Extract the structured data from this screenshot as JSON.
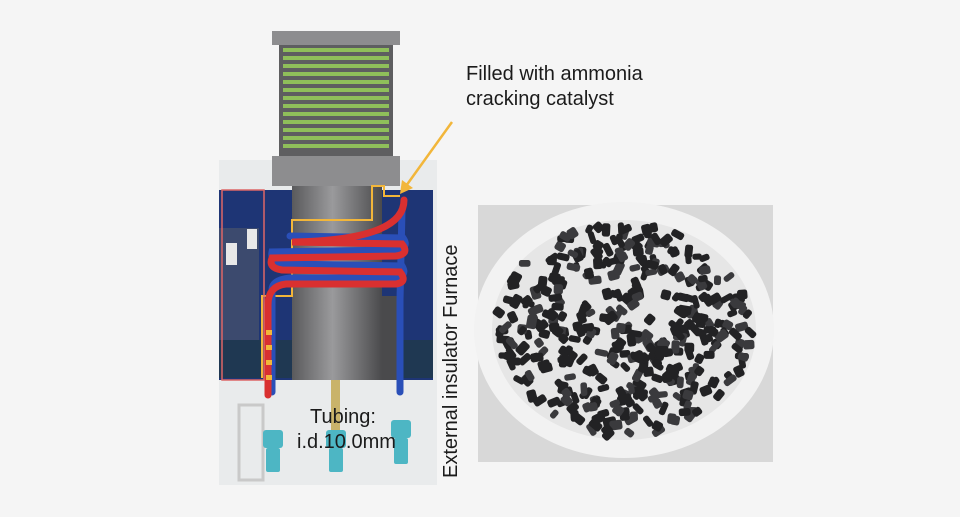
{
  "labels": {
    "catalyst": "Filled with ammonia\ncracking catalyst",
    "tubing": "Tubing:\ni.d.10.0mm",
    "furnace": "External insulator Furnace"
  },
  "colors": {
    "background": "#f5f5f5",
    "heating_coil": "#8fbf5a",
    "insulation": "#1e3575",
    "hot_tube": "#d93030",
    "cold_tube": "#2a4fb8",
    "arrow": "#f2b63a",
    "fitting": "#4db6c4",
    "catalyst_pellet": "#2b2b2d"
  }
}
